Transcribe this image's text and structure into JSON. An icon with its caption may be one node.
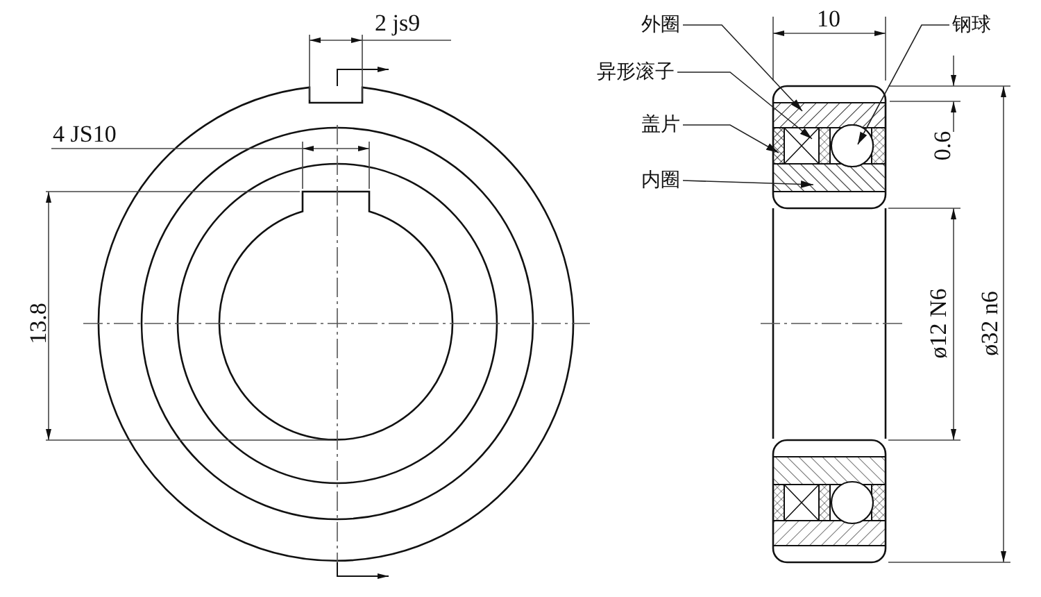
{
  "diagram": {
    "nodes": [
      {
        "text": [
          "外圈"
        ]
      },
      {
        "text": [
          "异形滚子"
        ]
      },
      {
        "text": [
          "盖片"
        ]
      },
      {
        "text": [
          "内圈"
        ]
      },
      {
        "text": [
          "钢球"
        ]
      },
      {
        "text": [],
        "shape": "box"
      },
      {
        "text": [],
        "shape": "box"
      },
      {
        "text": [],
        "shape": "box"
      },
      {
        "text": [],
        "shape": "box"
      },
      {
        "text": [],
        "shape": "circle"
      }
    ],
    "edges": [
      {
        "from": 0,
        "to": 5,
        "arrow": "to"
      },
      {
        "from": 1,
        "to": 6,
        "arrow": "to"
      },
      {
        "from": 2,
        "to": 7,
        "arrow": "to"
      },
      {
        "from": 3,
        "to": 8,
        "arrow": "to"
      },
      {
        "from": 4,
        "to": 9,
        "arrow": "to"
      }
    ],
    "labels": [
      "2 js9",
      "4 JS10",
      "13.8",
      "10",
      "0.6",
      "ø12 N6",
      "ø32 n6"
    ]
  }
}
